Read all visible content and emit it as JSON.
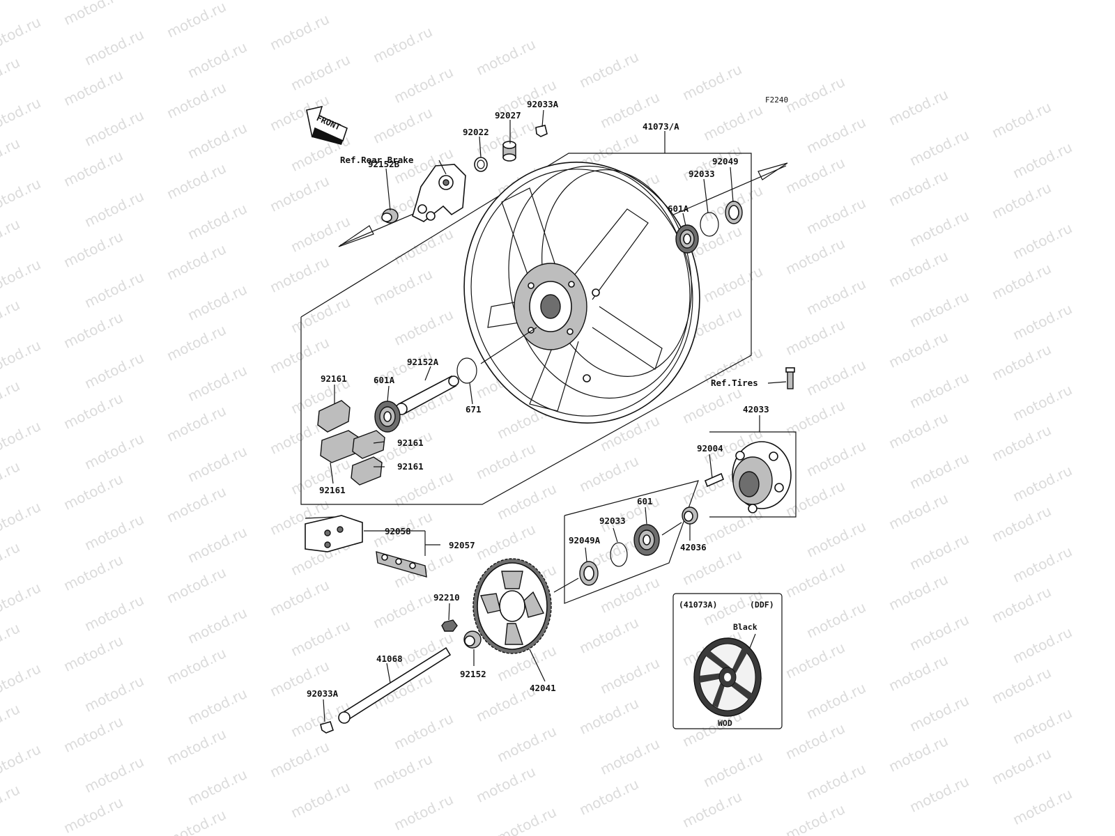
{
  "diagram_code": "F2240",
  "front_label": "FRONT",
  "watermark_text": "motod.ru",
  "labels": {
    "p41073": "41073/A",
    "p92033A_top": "92033A",
    "p92027": "92027",
    "p92022": "92022",
    "ref_rear_brake": "Ref.Rear Brake",
    "p92152B": "92152B",
    "p92049": "92049",
    "p92033_top": "92033",
    "p601A_top": "601A",
    "p92152A": "92152A",
    "p601A_left": "601A",
    "p92161_a": "92161",
    "p92161_b": "92161",
    "p92161_c": "92161",
    "p92161_d": "92161",
    "p671": "671",
    "ref_tires": "Ref.Tires",
    "p42033": "42033",
    "p92004": "92004",
    "p601": "601",
    "p92033_mid": "92033",
    "p92049A": "92049A",
    "p42036": "42036",
    "p92058": "92058",
    "p92057": "92057",
    "p92210": "92210",
    "p41068": "41068",
    "p92152": "92152",
    "p42041": "42041",
    "p92033A_bottom": "92033A"
  },
  "variant_inset": {
    "part": "(41073A)",
    "code": "(DDF)",
    "color": "Black",
    "bottom": "WOD"
  }
}
